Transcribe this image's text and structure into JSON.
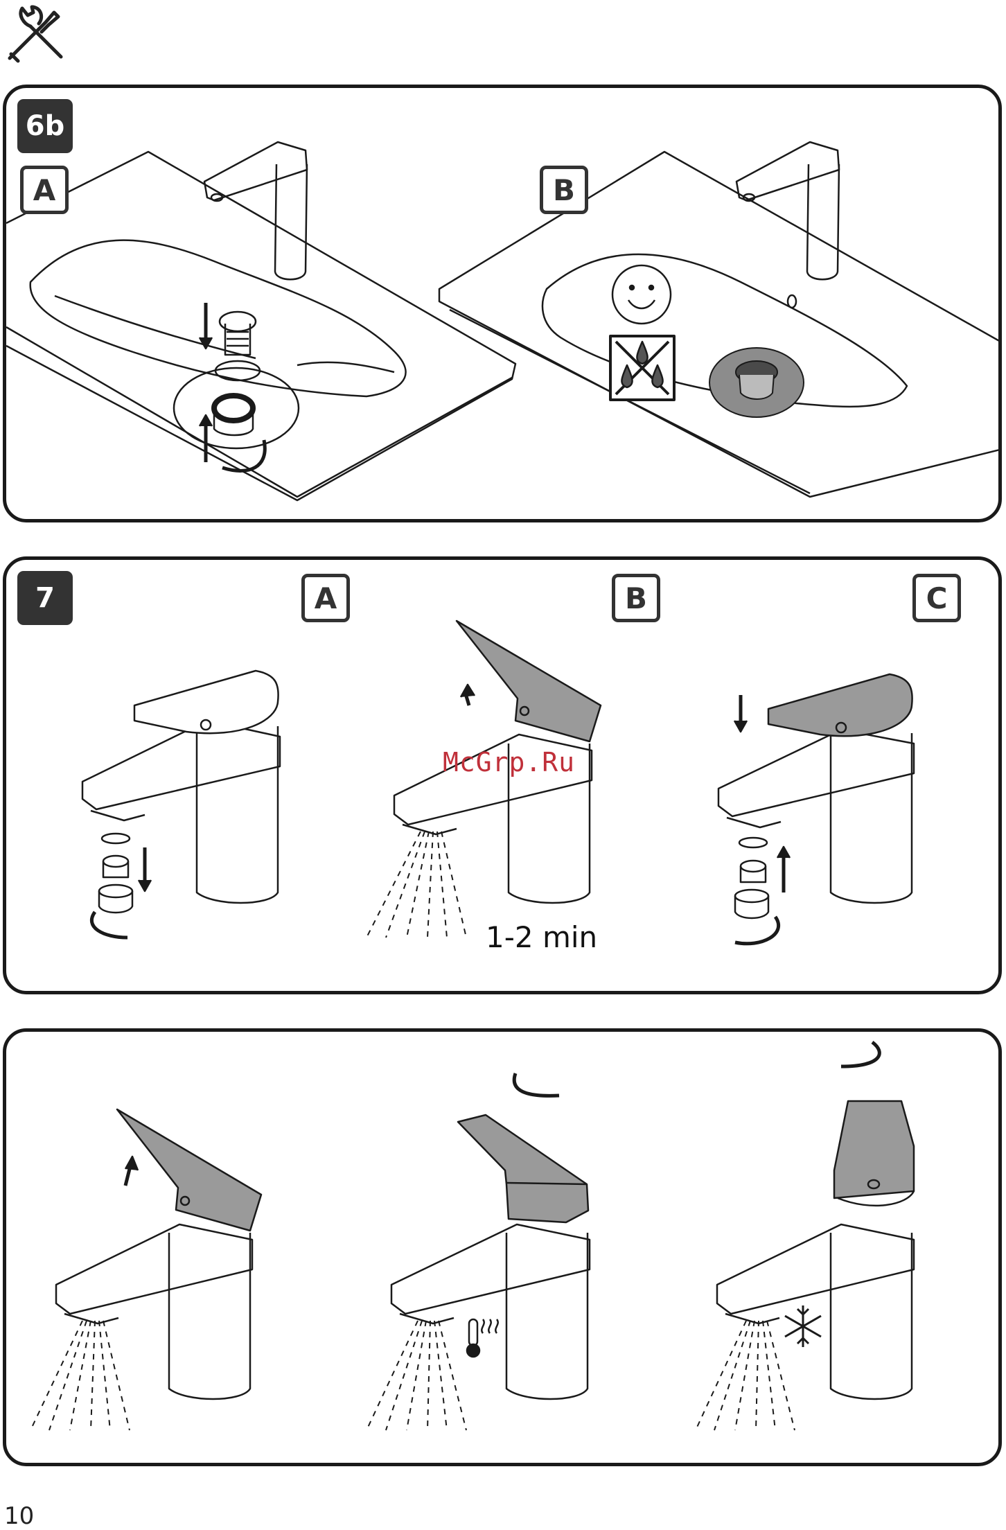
{
  "header": {
    "icon": "tools-icon"
  },
  "step6b": {
    "badge": "6b",
    "sub_a": "A",
    "sub_b": "B",
    "icons": [
      "smiley-icon",
      "no-water-drops-icon"
    ]
  },
  "step7": {
    "badge": "7",
    "sub_a": "A",
    "sub_b": "B",
    "sub_c": "C",
    "duration": "1-2 min",
    "watermark": "McGrp.Ru"
  },
  "step8": {
    "icons": [
      "hot-temperature-icon",
      "snowflake-icon"
    ]
  },
  "footer": {
    "page_number": "10"
  },
  "colors": {
    "frame": "#1a1a1a",
    "badge": "#333333",
    "highlight": "#9a9a9a",
    "watermark": "#c0303a"
  }
}
